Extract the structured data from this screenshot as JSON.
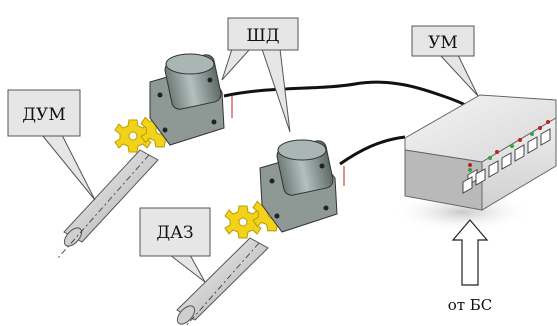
{
  "labels": {
    "shd": "ШД",
    "um": "УМ",
    "dum": "ДУМ",
    "daz": "ДАЗ",
    "from_bs": "от БС"
  },
  "colors": {
    "gear": "#f2d21a",
    "gear_stroke": "#b8a000",
    "rod": "#d7d7d7",
    "motor_body": "#9aa7a4",
    "box": "#e8e8e8",
    "callout_fill": "#e6e6e6",
    "cable": "#111111",
    "led_green": "#3aa040",
    "led_red": "#c02020"
  }
}
